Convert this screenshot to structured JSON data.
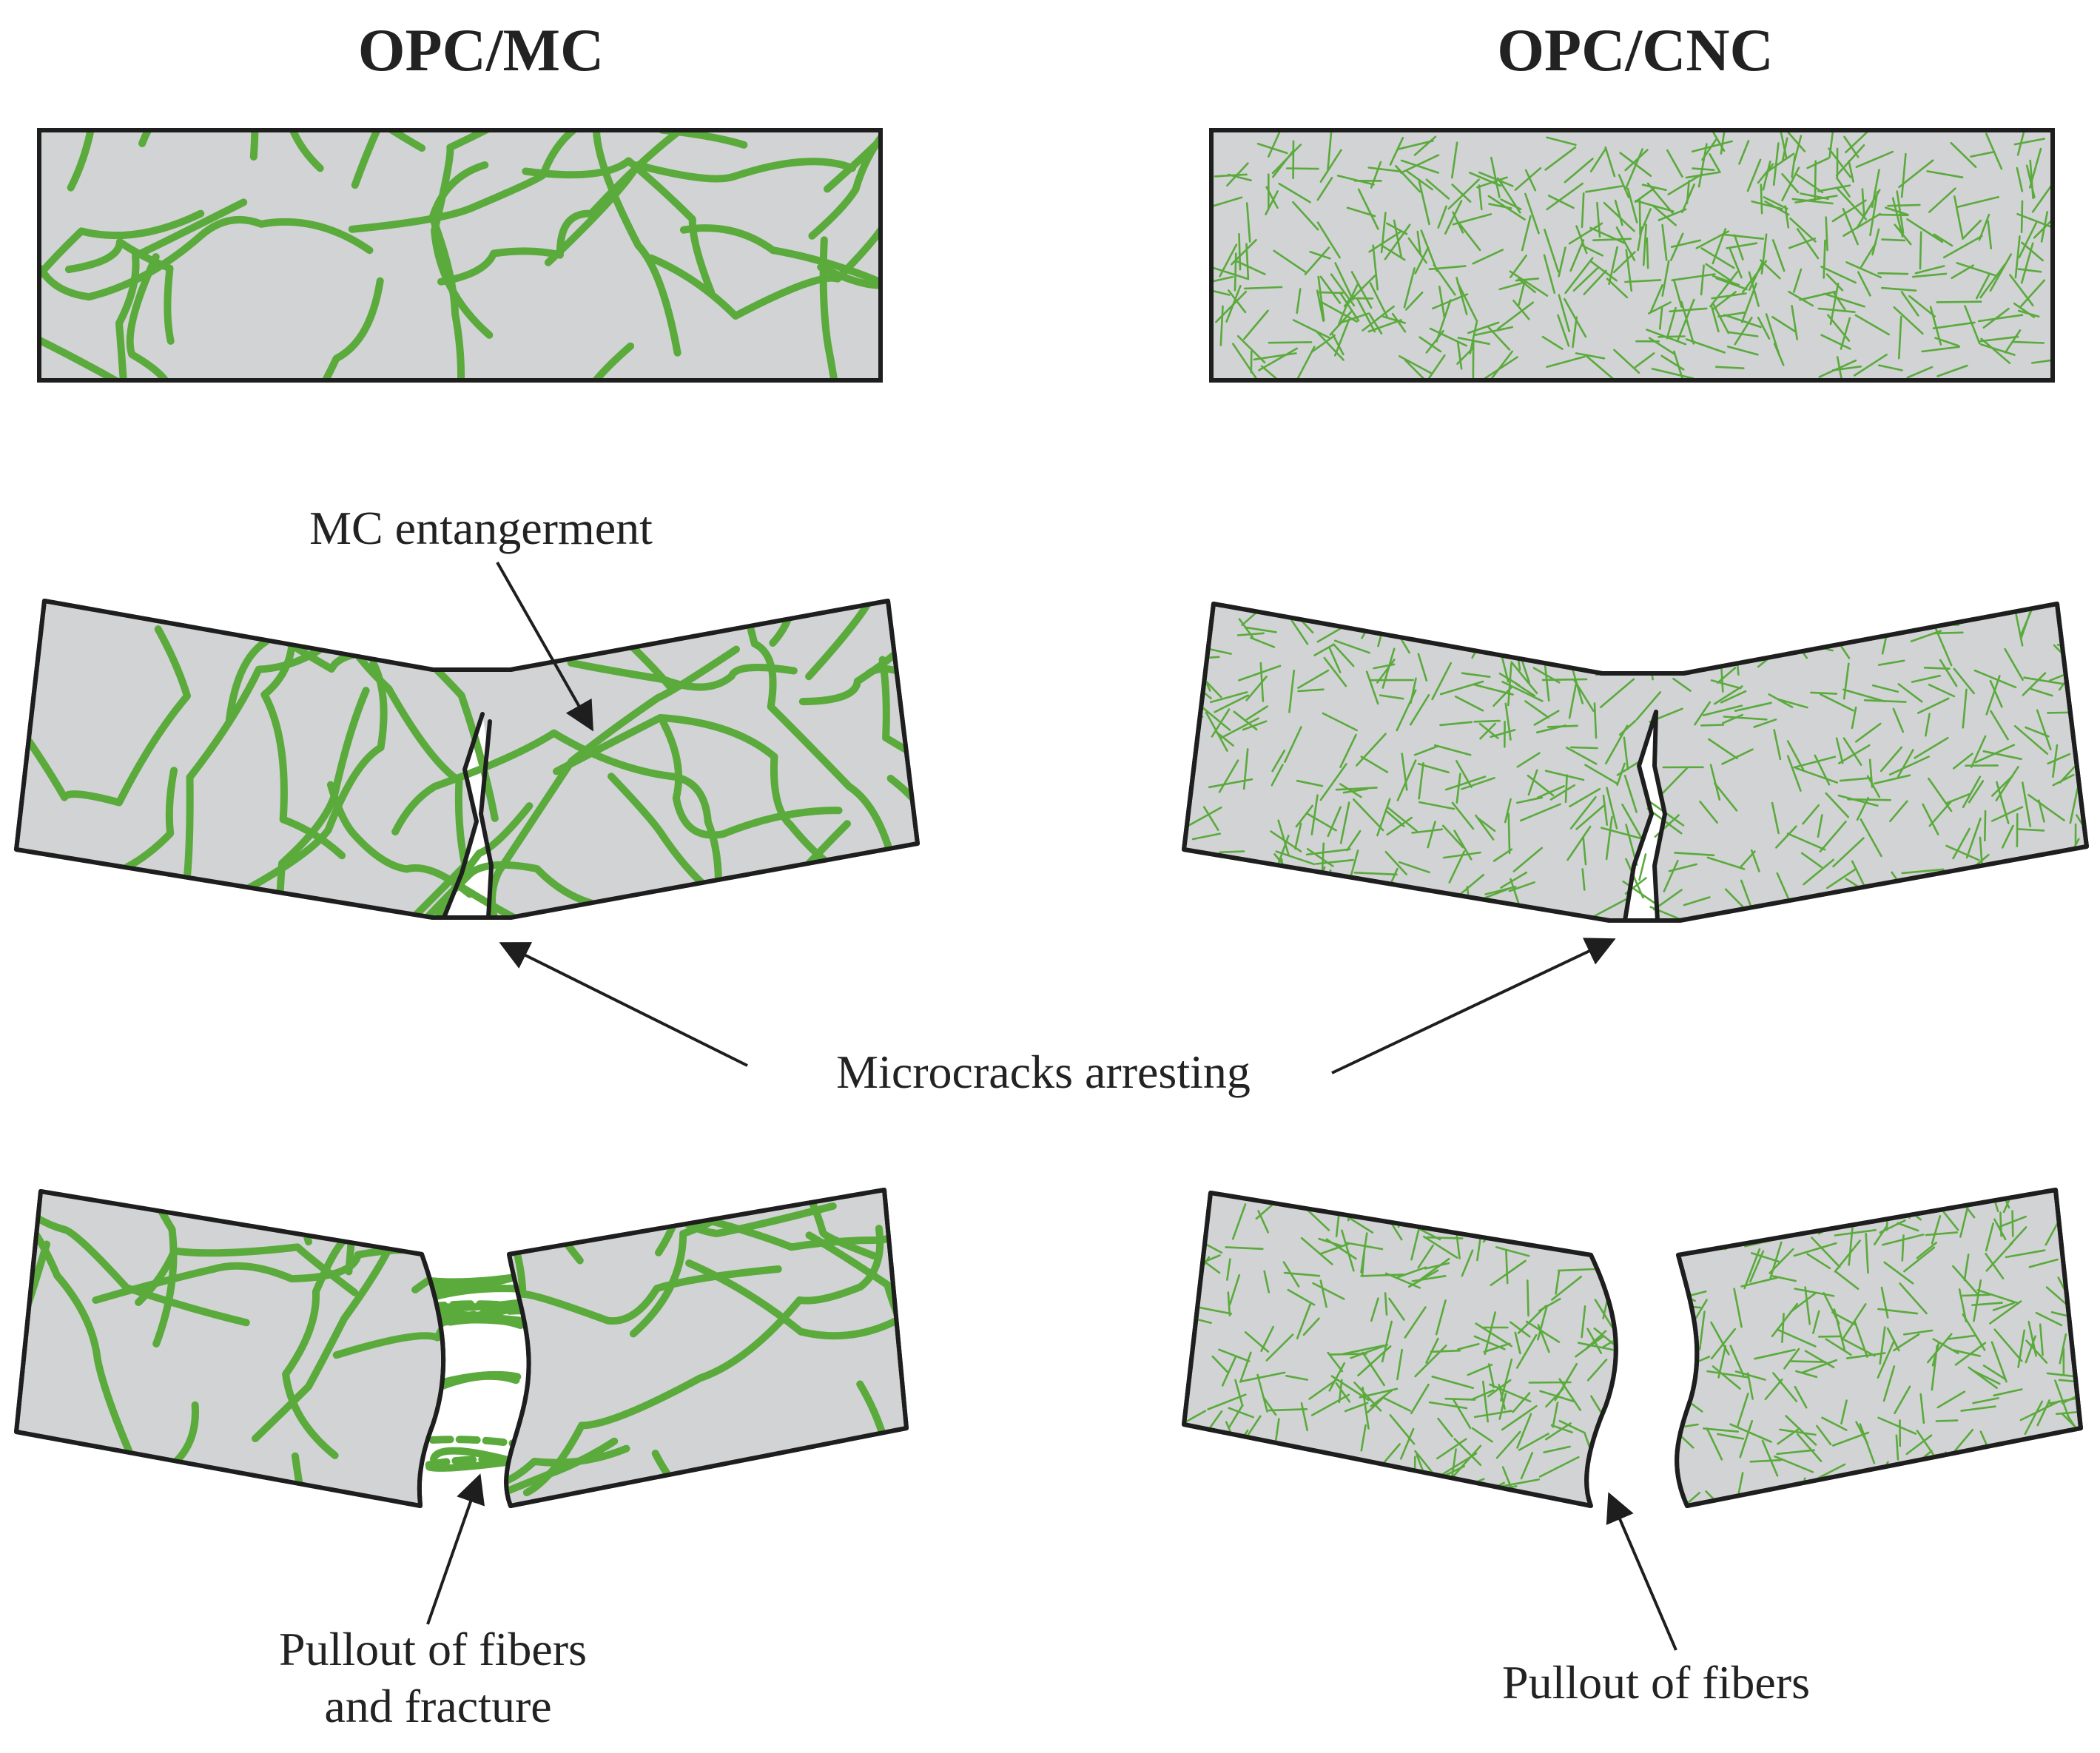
{
  "titles": {
    "left": "OPC/MC",
    "right": "OPC/CNC"
  },
  "labels": {
    "mc_entanglement": "MC entangerment",
    "microcracks": "Microcracks arresting",
    "pullout_fracture_line1": "Pullout of fibers",
    "pullout_fracture_line2": "and fracture",
    "pullout": "Pullout of fibers"
  },
  "colors": {
    "matrix": "#d1d3d4",
    "outline": "#1e1e1e",
    "fiber": "#5aaa3c",
    "gap": "#ffffff",
    "text": "#222222"
  }
}
